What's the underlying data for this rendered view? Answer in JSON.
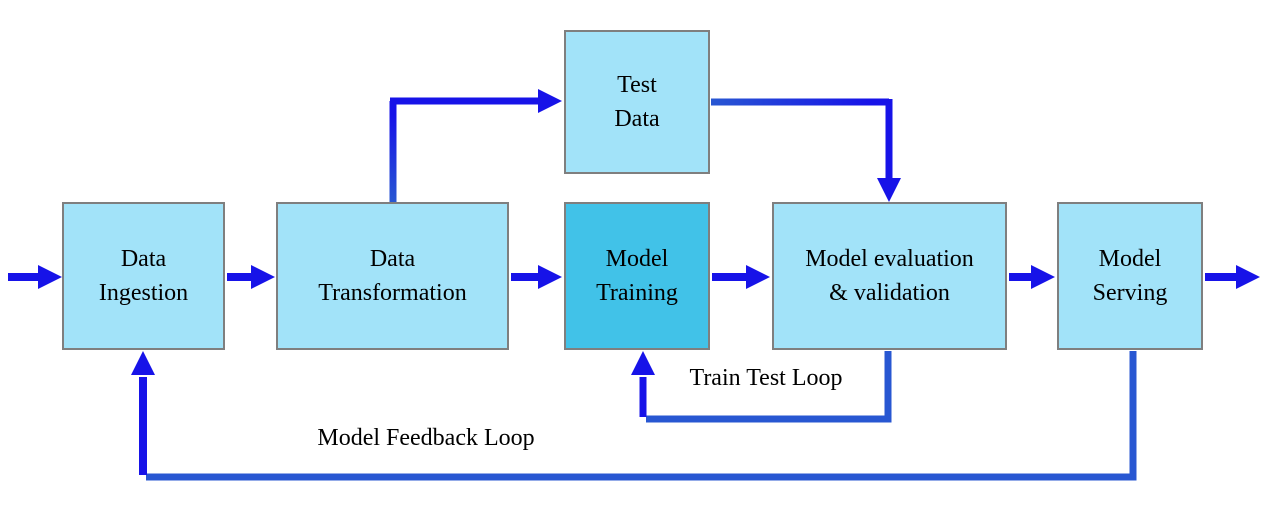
{
  "boxes": {
    "data_ingestion": {
      "line1": "Data",
      "line2": "Ingestion"
    },
    "data_transformation": {
      "line1": "Data",
      "line2": "Transformation"
    },
    "model_training": {
      "line1": "Model",
      "line2": "Training"
    },
    "model_evaluation": {
      "line1": "Model evaluation",
      "line2": "& validation"
    },
    "model_serving": {
      "line1": "Model",
      "line2": "Serving"
    },
    "test_data": {
      "line1": "Test",
      "line2": "Data"
    }
  },
  "labels": {
    "train_test_loop": "Train Test Loop",
    "model_feedback_loop": "Model Feedback Loop"
  },
  "edges": [
    {
      "from": "input",
      "to": "data_ingestion"
    },
    {
      "from": "data_ingestion",
      "to": "data_transformation"
    },
    {
      "from": "data_transformation",
      "to": "model_training"
    },
    {
      "from": "data_transformation",
      "to": "test_data"
    },
    {
      "from": "test_data",
      "to": "model_evaluation"
    },
    {
      "from": "model_training",
      "to": "model_evaluation"
    },
    {
      "from": "model_evaluation",
      "to": "model_serving"
    },
    {
      "from": "model_evaluation",
      "to": "model_training",
      "label": "Train Test Loop"
    },
    {
      "from": "model_serving",
      "to": "output"
    },
    {
      "from": "model_serving",
      "to": "data_ingestion",
      "label": "Model Feedback Loop"
    }
  ],
  "colors": {
    "box_fill_light": "#A2E3F9",
    "box_fill_training": "#41C2E8",
    "box_border": "#7F7F7F",
    "arrow_blue": "#1713E8",
    "connector_royal": "#2857D2",
    "text": "#000000",
    "background": "#FFFFFF"
  }
}
